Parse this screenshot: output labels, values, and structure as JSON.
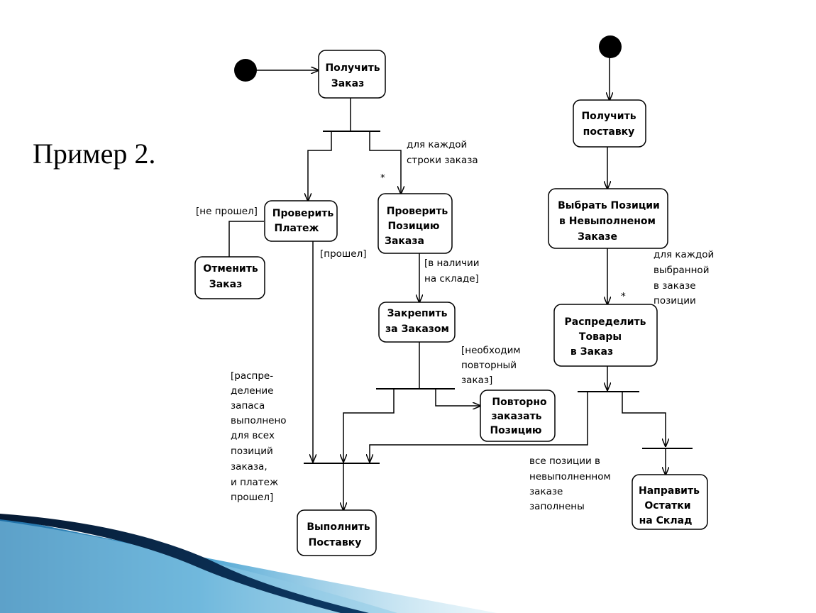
{
  "slide": {
    "title": "Пример 2."
  },
  "diagram": {
    "nodes": {
      "get_order": [
        "Получить",
        "Заказ"
      ],
      "check_payment": [
        "Проверить",
        "Платеж"
      ],
      "cancel_order": [
        "Отменить",
        "Заказ"
      ],
      "check_item": [
        "Проверить",
        "Позицию",
        "Заказа"
      ],
      "assign_to_order": [
        "Закрепить",
        "за Заказом"
      ],
      "reorder_item": [
        "Повторно",
        "заказать",
        "Позицию"
      ],
      "deliver": [
        "Выполнить",
        "Поставку"
      ],
      "receive_supply": [
        "Получить",
        "поставку"
      ],
      "choose_items": [
        "Выбрать Позиции",
        "в Невыполненом",
        "Заказе"
      ],
      "distribute_goods": [
        "Распределить",
        "Товары",
        "в Заказ"
      ],
      "send_to_warehouse": [
        "Направить",
        "Остатки",
        "на Склад"
      ]
    },
    "notes": {
      "for_each_line": [
        "для каждой",
        "строки заказа"
      ],
      "star_1": "*",
      "not_passed": "[не прошел]",
      "passed": "[прошел]",
      "in_stock": [
        "[в наличии",
        "на складе]"
      ],
      "reorder_needed": [
        "[необходим",
        "повторный",
        "заказ]"
      ],
      "distribution_done": [
        "[распре-",
        "деление",
        "запаса",
        "выполнено",
        "для всех",
        "позиций",
        "заказа,",
        "и платеж",
        "прошел]"
      ],
      "for_each_selected": [
        "для каждой",
        "выбранной",
        "в заказе",
        "позиции"
      ],
      "star_2": "*",
      "all_items_filled": [
        "все позиции в",
        "невыполненном",
        "заказе",
        "заполнены"
      ]
    }
  },
  "decor": {
    "accent_colors": [
      "#0a2f57",
      "#1f79b4",
      "#7fc4e2",
      "#d9eef7"
    ]
  }
}
